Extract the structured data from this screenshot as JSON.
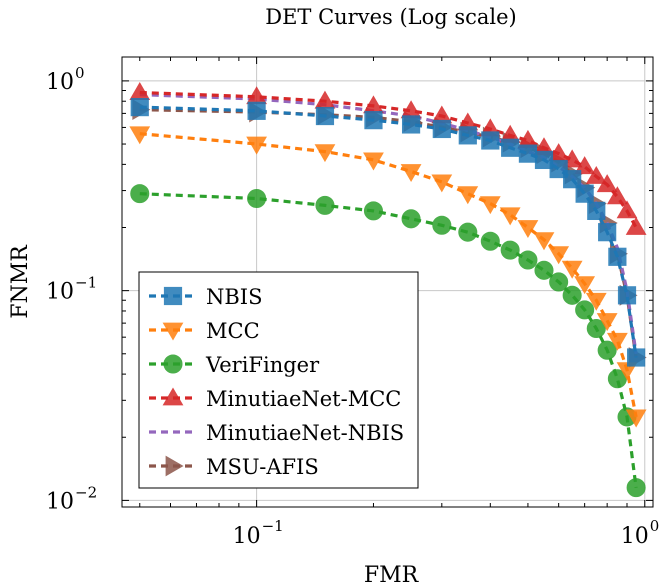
{
  "chart_data": {
    "type": "line",
    "title": "DET Curves (Log scale)",
    "xlabel": "FMR",
    "ylabel": "FNMR",
    "xscale": "log",
    "yscale": "log",
    "xlim": [
      0.045,
      1.05
    ],
    "ylim": [
      0.0093,
      1.3
    ],
    "grid": true,
    "legend_position": "bottom-left",
    "x_ticks": [
      {
        "value": 0.1,
        "base": "10",
        "exp": "−1"
      },
      {
        "value": 1,
        "base": "10",
        "exp": "0"
      }
    ],
    "y_ticks": [
      {
        "value": 0.01,
        "base": "10",
        "exp": "−2"
      },
      {
        "value": 0.1,
        "base": "10",
        "exp": "−1"
      },
      {
        "value": 1,
        "base": "10",
        "exp": "0"
      }
    ],
    "series": [
      {
        "name": "NBIS",
        "color": "#1f77b4",
        "marker": "square",
        "x": [
          0.05,
          0.1,
          0.15,
          0.2,
          0.25,
          0.3,
          0.35,
          0.4,
          0.45,
          0.5,
          0.55,
          0.6,
          0.65,
          0.7,
          0.75,
          0.8,
          0.85,
          0.9,
          0.95
        ],
        "y": [
          0.75,
          0.72,
          0.68,
          0.65,
          0.62,
          0.59,
          0.55,
          0.52,
          0.48,
          0.45,
          0.42,
          0.38,
          0.34,
          0.29,
          0.24,
          0.19,
          0.145,
          0.095,
          0.048
        ]
      },
      {
        "name": "MCC",
        "color": "#ff7f0e",
        "marker": "triangle-down",
        "x": [
          0.05,
          0.1,
          0.15,
          0.2,
          0.25,
          0.3,
          0.35,
          0.4,
          0.45,
          0.5,
          0.55,
          0.6,
          0.65,
          0.7,
          0.75,
          0.8,
          0.85,
          0.9,
          0.95
        ],
        "y": [
          0.56,
          0.5,
          0.46,
          0.42,
          0.37,
          0.33,
          0.29,
          0.26,
          0.23,
          0.2,
          0.175,
          0.15,
          0.128,
          0.108,
          0.09,
          0.072,
          0.058,
          0.042,
          0.025
        ]
      },
      {
        "name": "VeriFinger",
        "color": "#2ca02c",
        "marker": "circle",
        "x": [
          0.05,
          0.1,
          0.15,
          0.2,
          0.25,
          0.3,
          0.35,
          0.4,
          0.45,
          0.5,
          0.55,
          0.6,
          0.65,
          0.7,
          0.75,
          0.8,
          0.85,
          0.9,
          0.95
        ],
        "y": [
          0.29,
          0.275,
          0.255,
          0.24,
          0.22,
          0.205,
          0.19,
          0.172,
          0.156,
          0.14,
          0.125,
          0.11,
          0.095,
          0.081,
          0.066,
          0.052,
          0.038,
          0.025,
          0.0115
        ]
      },
      {
        "name": "MinutiaeNet-MCC",
        "color": "#d62728",
        "marker": "triangle-up",
        "x": [
          0.05,
          0.1,
          0.15,
          0.2,
          0.25,
          0.3,
          0.35,
          0.4,
          0.45,
          0.5,
          0.55,
          0.6,
          0.65,
          0.7,
          0.75,
          0.8,
          0.85,
          0.9,
          0.95
        ],
        "y": [
          0.88,
          0.84,
          0.8,
          0.76,
          0.72,
          0.68,
          0.63,
          0.59,
          0.55,
          0.52,
          0.48,
          0.45,
          0.42,
          0.39,
          0.35,
          0.32,
          0.28,
          0.24,
          0.2
        ]
      },
      {
        "name": "MinutiaeNet-NBIS",
        "color": "#9467bd",
        "marker": "none",
        "x": [
          0.05,
          0.1,
          0.15,
          0.2,
          0.25,
          0.3,
          0.35,
          0.4,
          0.45,
          0.5,
          0.55,
          0.6,
          0.65,
          0.7,
          0.75,
          0.8,
          0.85,
          0.9,
          0.95
        ],
        "y": [
          0.86,
          0.82,
          0.77,
          0.72,
          0.68,
          0.63,
          0.58,
          0.54,
          0.5,
          0.46,
          0.43,
          0.39,
          0.35,
          0.31,
          0.26,
          0.21,
          0.16,
          0.1,
          0.05
        ]
      },
      {
        "name": "MSU-AFIS",
        "color": "#8c564b",
        "marker": "triangle-right",
        "x": [
          0.05,
          0.1,
          0.15,
          0.2,
          0.25,
          0.3,
          0.35,
          0.4,
          0.45,
          0.5,
          0.55,
          0.6,
          0.65,
          0.7,
          0.75,
          0.8,
          0.85,
          0.9,
          0.95
        ],
        "y": [
          0.73,
          0.71,
          0.69,
          0.67,
          0.64,
          0.6,
          0.57,
          0.54,
          0.51,
          0.48,
          0.45,
          0.41,
          0.36,
          0.31,
          0.26,
          0.21,
          0.15,
          0.095,
          0.048
        ]
      }
    ]
  }
}
